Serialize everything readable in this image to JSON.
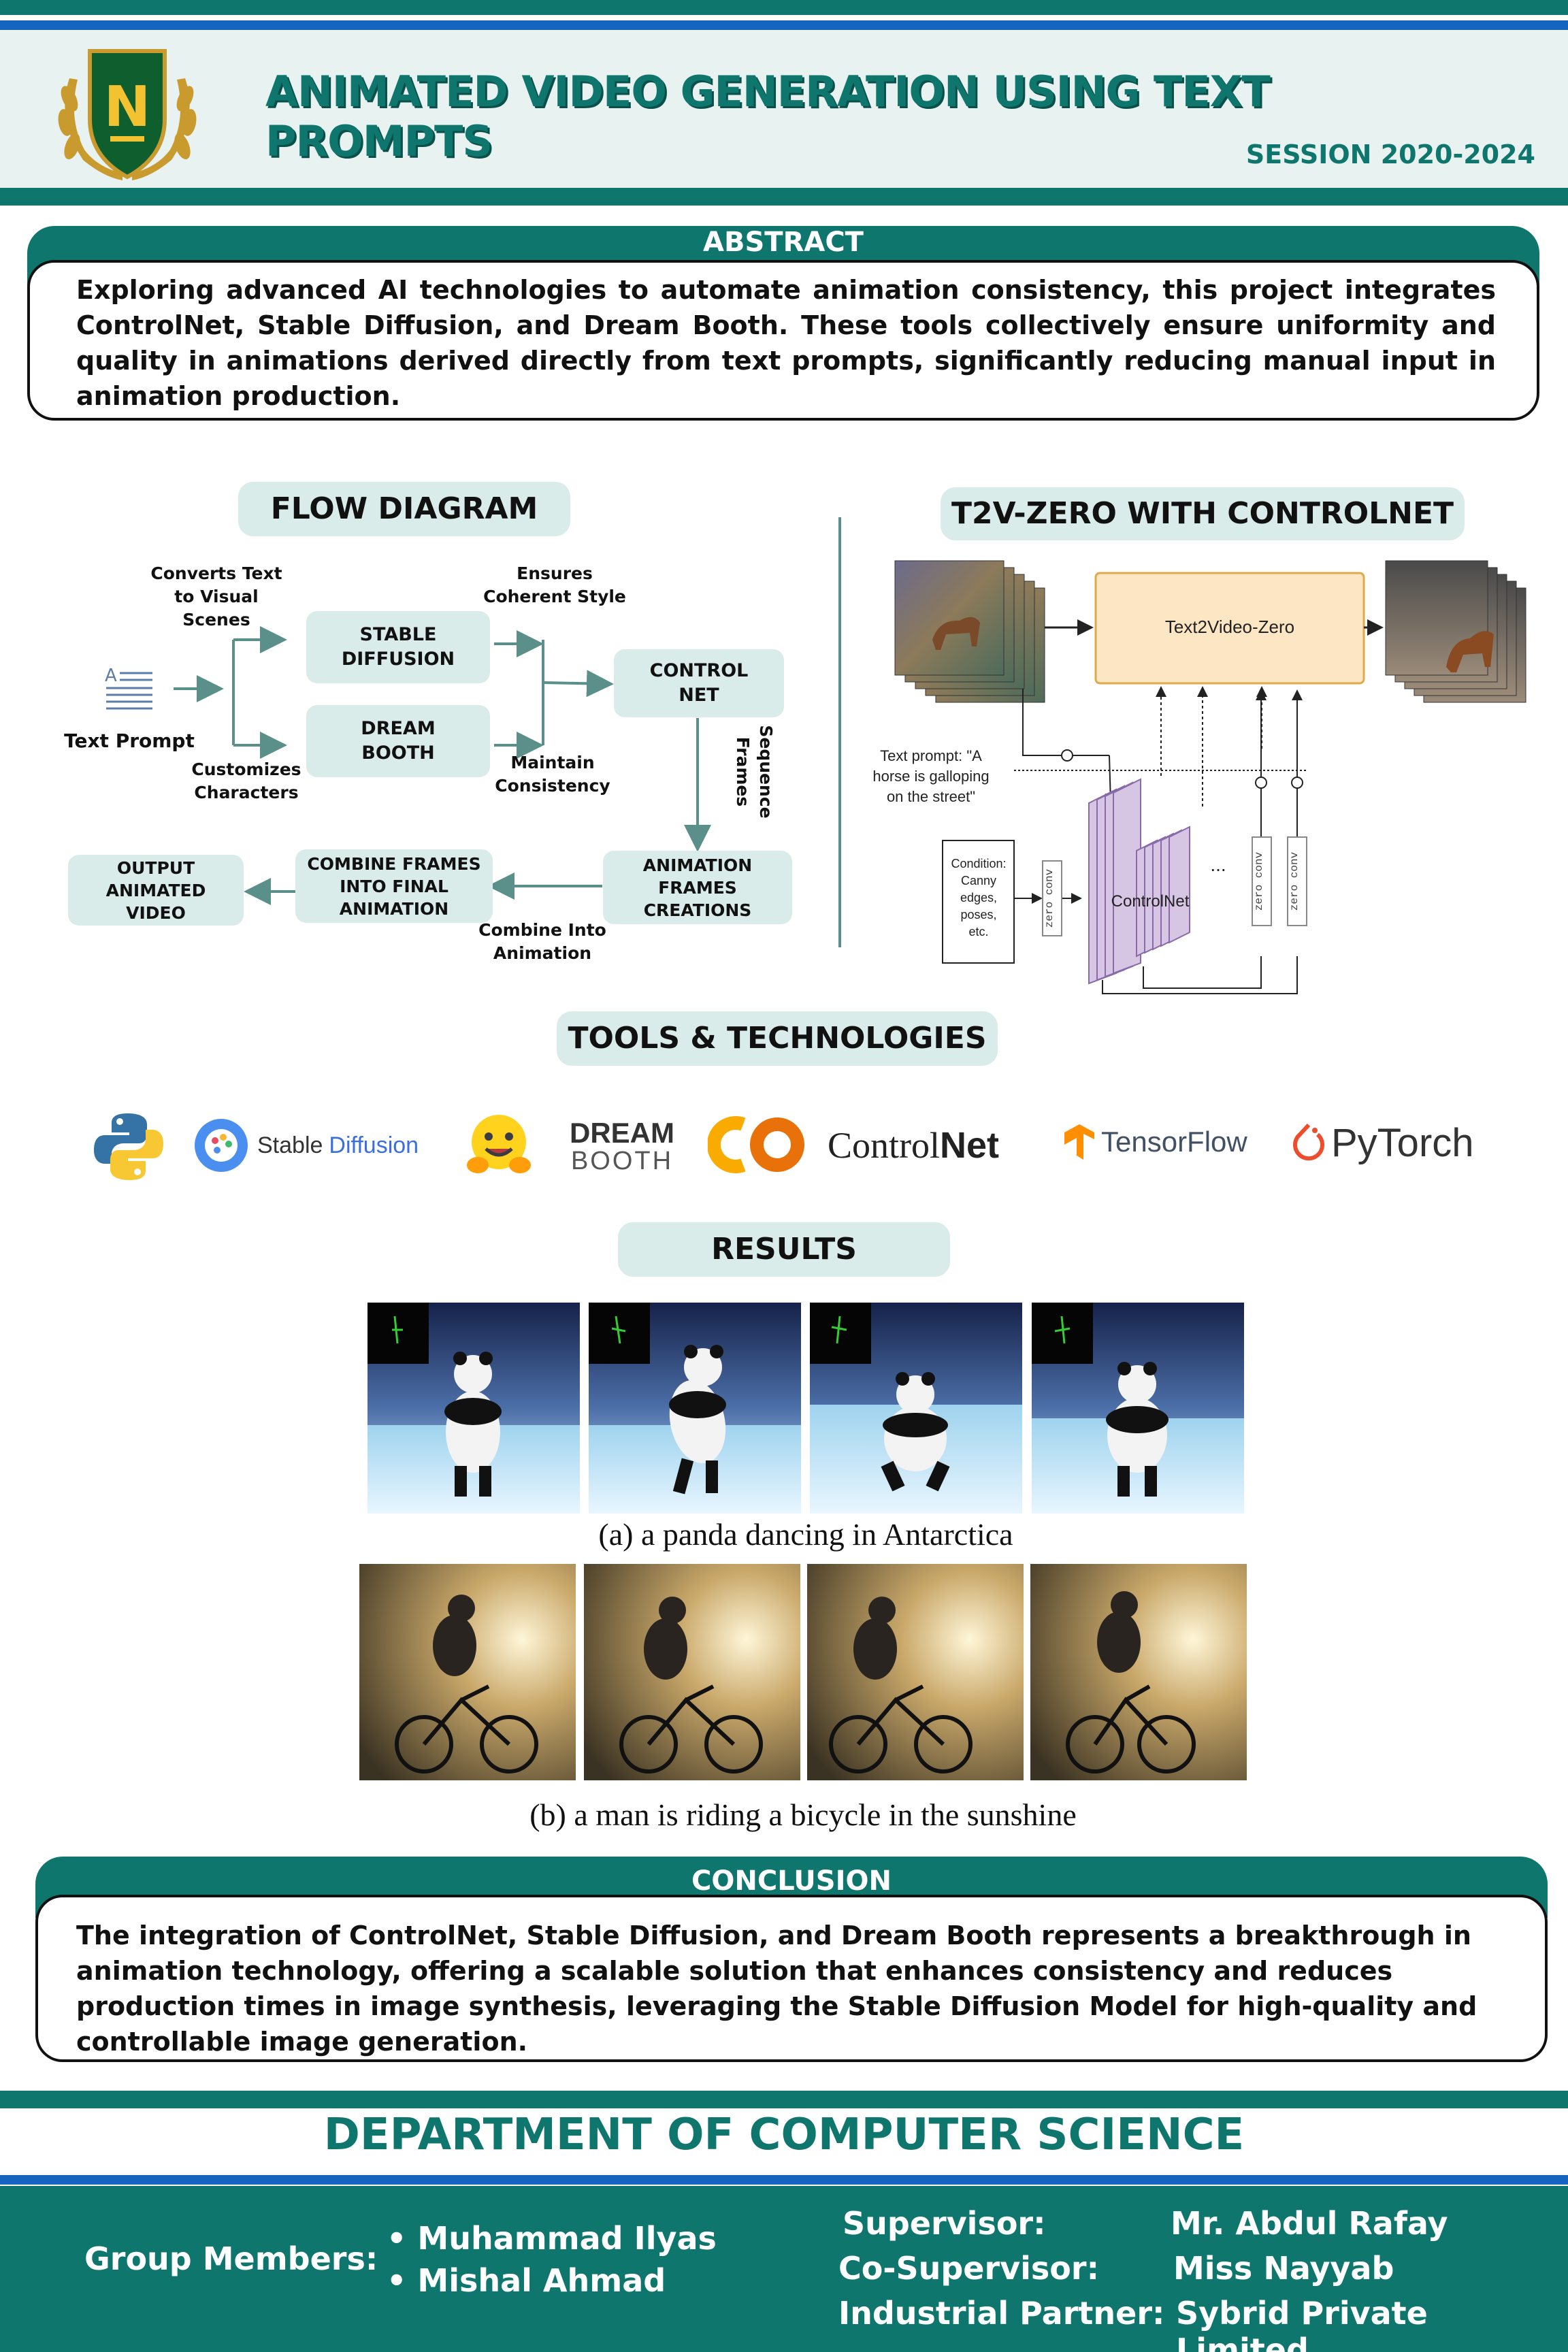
{
  "header": {
    "title": "ANIMATED VIDEO GENERATION USING TEXT PROMPTS",
    "session": "SESSION 2020-2024",
    "logo_letter": "N",
    "colors": {
      "primary": "#0f766e",
      "accent_blue": "#1565c0",
      "light": "#d9ece9"
    }
  },
  "abstract": {
    "heading": "ABSTRACT",
    "text": "Exploring advanced AI technologies to automate animation consistency, this project integrates ControlNet, Stable Diffusion, and Dream Booth. These tools collectively ensure uniformity and quality in animations derived directly from text prompts, significantly reducing manual input in animation production."
  },
  "flow": {
    "heading": "FLOW DIAGRAM",
    "input_label": "Text Prompt",
    "input_icon": "text-document-icon",
    "nodes": {
      "stable": "STABLE DIFFUSION",
      "dream": "DREAM BOOTH",
      "control": "CONTROL NET",
      "animation": "ANIMATION FRAMES CREATIONS",
      "combine": "COMBINE FRAMES INTO FINAL ANIMATION",
      "output": "OUTPUT ANIMATED VIDEO"
    },
    "labels": {
      "converts": "Converts Text to Visual Scenes",
      "customizes": "Customizes Characters",
      "ensures": "Ensures Coherent Style",
      "maintain": "Maintain Consistency",
      "sequence": "Sequence Frames",
      "combine_into": "Combine Into Animation"
    }
  },
  "t2v": {
    "heading": "T2V-ZERO WITH CONTROLNET",
    "text2video": "Text2Video-Zero",
    "prompt": "Text prompt: \"A horse is galloping on the street\"",
    "condition": "Condition: Canny edges, poses, etc.",
    "controlnet": "ControlNet",
    "zero_conv": "zero conv",
    "ellipsis": "..."
  },
  "tools": {
    "heading": "TOOLS & TECHNOLOGIES",
    "items": [
      {
        "name": "python-logo-icon"
      },
      {
        "name": "stable-diffusion-logo",
        "text1": "Stable",
        "text2": "Diffusion"
      },
      {
        "name": "hugging-face-icon"
      },
      {
        "name": "dreambooth-logo",
        "text1": "DREAM",
        "text2": "BOOTH"
      },
      {
        "name": "colab-logo-icon",
        "text1": "CO"
      },
      {
        "name": "controlnet-logo",
        "text1": "Control",
        "text2": "Net"
      },
      {
        "name": "tensorflow-logo",
        "text1": "TensorFlow"
      },
      {
        "name": "pytorch-logo",
        "text1": "PyTorch"
      }
    ]
  },
  "results": {
    "heading": "RESULTS",
    "caption_a": "(a) a panda dancing in Antarctica",
    "caption_b": "(b) a man is riding a bicycle in the sunshine"
  },
  "conclusion": {
    "heading": "CONCLUSION",
    "text": "The integration of ControlNet, Stable Diffusion, and Dream Booth represents a breakthrough in animation technology, offering a scalable solution that enhances consistency and reduces production times in image synthesis, leveraging the Stable Diffusion Model for high-quality and controllable image generation."
  },
  "footer": {
    "department": "DEPARTMENT OF COMPUTER SCIENCE",
    "group_label": "Group Members:",
    "members": [
      "Muhammad Ilyas",
      "Mishal Ahmad"
    ],
    "roles": [
      {
        "label": "Supervisor:",
        "value": "Mr. Abdul Rafay"
      },
      {
        "label": "Co-Supervisor:",
        "value": "Miss Nayyab"
      },
      {
        "label": "Industrial Partner:",
        "value": "Sybrid Private Limited"
      }
    ]
  }
}
